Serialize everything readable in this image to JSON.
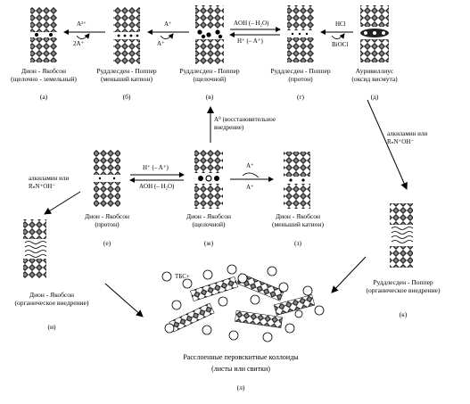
{
  "structures": {
    "a": {
      "name": "Дион - Якобсон",
      "sub": "(щелочно - земельный)",
      "tag": "(а)"
    },
    "b": {
      "name": "Руддлесден - Поппер",
      "sub": "(меньший катион)",
      "tag": "(б)"
    },
    "v": {
      "name": "Руддлесден - Поппер",
      "sub": "(щелочной)",
      "tag": "(в)"
    },
    "g": {
      "name": "Руддлесден - Поппер",
      "sub": "(протон)",
      "tag": "(г)"
    },
    "d": {
      "name": "Ауривиллиус",
      "sub": "(оксид висмута)",
      "tag": "(д)"
    },
    "e": {
      "name": "Дион - Якобсон",
      "sub": "(протон)",
      "tag": "(е)"
    },
    "zh": {
      "name": "Дион - Якобсон",
      "sub": "(щелочной)",
      "tag": "(ж)"
    },
    "z": {
      "name": "Дион - Якобсон",
      "sub": "(меньший катион)",
      "tag": "(з)"
    },
    "k": {
      "name": "Руддлесден - Поппер",
      "sub": "(органическое внедрение)",
      "tag": "(к)"
    },
    "i": {
      "name": "Дион - Якобсон",
      "sub": "(органическое внедрение)",
      "tag": "(и)"
    }
  },
  "reactions": {
    "ab_top": "A²⁺",
    "ab_bot": "2A⁺",
    "bv_top": "A⁺",
    "bv_bot": "A⁺",
    "vg_top": "AOH (– H₂O)",
    "vg_bot": "H⁺ (– A⁺)",
    "gd_top": "HCl",
    "gd_bot": "BiOCl",
    "ezh_top": "H⁺ (– A⁺)",
    "ezh_bot": "AOH (– H₂O)",
    "zhz_top": "A⁺",
    "zhz_bot": "A⁺",
    "vzh_line1": "A⁰ (восстановительное",
    "vzh_line2": "внедрение)",
    "alk_right_1": "алкиламин или",
    "alk_right_2": "RₙN⁺OH⁻",
    "alk_left_1": "алкиламин или",
    "alk_left_2": "RₙN⁺OH⁻"
  },
  "tbs_label": "ТБС+",
  "colloid": {
    "line1": "Расслоенные перовскитные коллоиды",
    "line2": "(листы или свитки)",
    "tag": "(л)"
  }
}
